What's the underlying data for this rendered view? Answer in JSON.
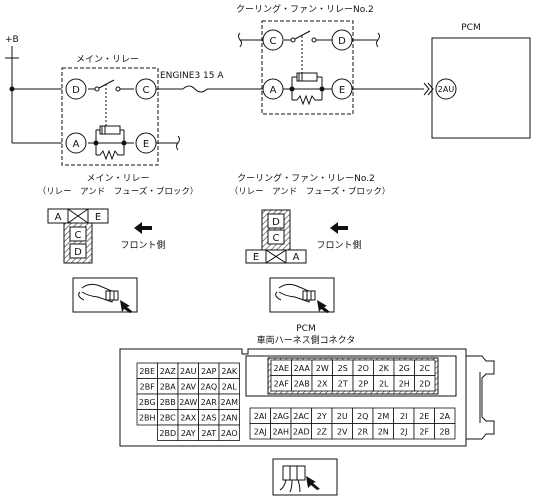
{
  "labels": {
    "battery": "+B",
    "fuse": "ENGINE3 15 A",
    "main_relay": "メイン・リレー",
    "cooling_relay": "クーリング・ファン・リレーNo.2",
    "pcm": "PCM",
    "pcm_terminal": "2AU",
    "main_relay_view_title": "メイン・リレー",
    "main_relay_view_sub": "（リレー　アンド　フューズ・ブロック）",
    "cooling_relay_view_title": "クーリング・ファン・リレーNo.2",
    "cooling_relay_view_sub": "（リレー　アンド　フューズ・ブロック）",
    "front_side_left": "フロント側",
    "front_side_right": "フロント側",
    "pcm_connector_title": "PCM",
    "pcm_connector_sub": "車両ハーネス側コネクタ"
  },
  "main_relay_terminals": [
    "D",
    "C",
    "A",
    "E"
  ],
  "cooling_relay_terminals": [
    "C",
    "D",
    "A",
    "E"
  ],
  "main_relay_connector": {
    "top": [
      "A",
      "E"
    ],
    "stack": [
      "C",
      "D"
    ]
  },
  "cooling_relay_connector": {
    "stack": [
      "D",
      "C"
    ],
    "bottom": [
      "E",
      "A"
    ]
  },
  "pcm_left_block": [
    [
      "2BE",
      "2AZ",
      "2AU",
      "2AP",
      "2AK"
    ],
    [
      "2BF",
      "2BA",
      "2AV",
      "2AQ",
      "2AL"
    ],
    [
      "2BG",
      "2BB",
      "2AW",
      "2AR",
      "2AM"
    ],
    [
      "2BH",
      "2BC",
      "2AX",
      "2AS",
      "2AN"
    ],
    [
      "",
      "2BD",
      "2AY",
      "2AT",
      "2AO"
    ]
  ],
  "pcm_right_top": [
    [
      "2AE",
      "2AA",
      "2W",
      "2S",
      "2O",
      "2K",
      "2G",
      "2C"
    ],
    [
      "2AF",
      "2AB",
      "2X",
      "2T",
      "2P",
      "2L",
      "2H",
      "2D"
    ]
  ],
  "pcm_right_bottom": [
    [
      "2AI",
      "2AG",
      "2AC",
      "2Y",
      "2U",
      "2Q",
      "2M",
      "2I",
      "2E",
      "2A"
    ],
    [
      "2AJ",
      "2AH",
      "2AD",
      "2Z",
      "2V",
      "2R",
      "2N",
      "2J",
      "2F",
      "2B"
    ]
  ]
}
